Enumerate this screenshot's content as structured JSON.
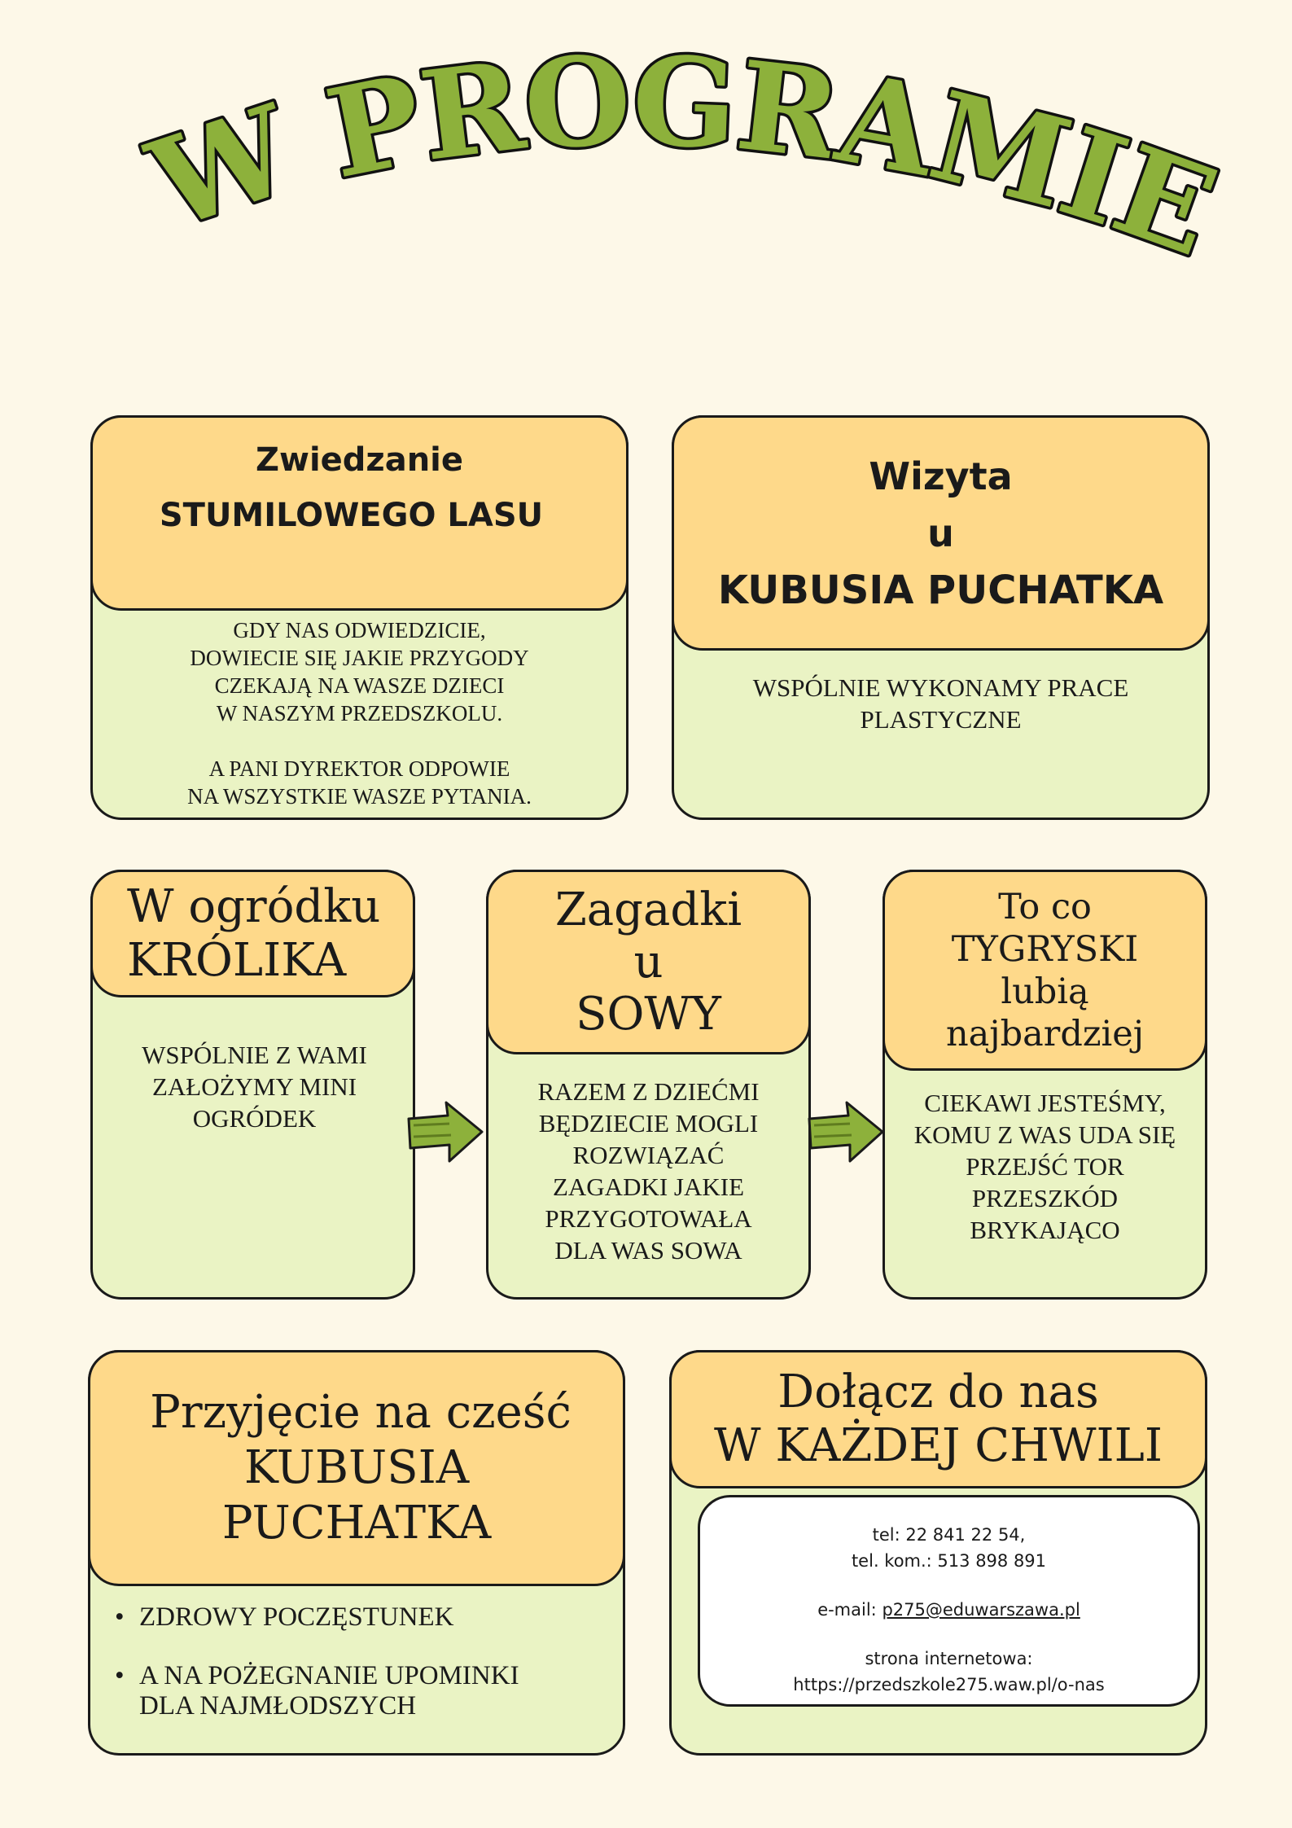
{
  "title": "W PROGRAMIE",
  "colors": {
    "background": "#fdf8e8",
    "card_body": "#eaf3c4",
    "card_head": "#fed98a",
    "title_fill": "#8db13b",
    "title_outline": "#111111",
    "arrow_fill": "#8db13b"
  },
  "cards": {
    "forest": {
      "heading": [
        "Zwiedzanie",
        "STUMILOWEGO LASU"
      ],
      "body": [
        "GDY NAS ODWIEDZICIE,",
        "DOWIECIE  SIĘ JAKIE  PRZYGODY",
        "CZEKAJĄ NA WASZE DZIECI",
        "W NASZYM PRZEDSZKOLU.",
        "",
        "A PANI DYREKTOR ODPOWIE",
        "NA WSZYSTKIE WASZE PYTANIA."
      ]
    },
    "visit": {
      "heading": [
        "Wizyta",
        "u",
        "KUBUSIA  PUCHATKA"
      ],
      "body": [
        "WSPÓLNIE WYKONAMY PRACE",
        "PLASTYCZNE"
      ]
    },
    "garden": {
      "heading": [
        "W ogródku",
        "KRÓLIKA"
      ],
      "body": [
        "WSPÓLNIE Z WAMI",
        "ZAŁOŻYMY  MINI",
        "OGRÓDEK"
      ]
    },
    "owl": {
      "heading": [
        "Zagadki",
        "u",
        "SOWY"
      ],
      "body": [
        "RAZEM Z DZIEĆMI",
        "BĘDZIECIE MOGLI",
        "ROZWIĄZAĆ",
        "ZAGADKI JAKIE",
        "PRZYGOTOWAŁA",
        "DLA WAS SOWA"
      ]
    },
    "tigger": {
      "heading": [
        "To co",
        "TYGRYSKI",
        "lubią",
        "najbardziej"
      ],
      "body": [
        "CIEKAWI JESTEŚMY,",
        "KOMU Z WAS UDA SIĘ",
        "PRZEJŚĆ TOR",
        "PRZESZKÓD",
        "BRYKAJĄCO"
      ]
    },
    "party": {
      "heading": [
        "Przyjęcie na cześć",
        "KUBUSIA",
        "PUCHATKA"
      ],
      "bullets": [
        [
          "ZDROWY POCZĘSTUNEK"
        ],
        [
          "A NA POŻEGNANIE UPOMINKI",
          "DLA NAJMŁODSZYCH"
        ]
      ]
    },
    "join": {
      "heading": [
        "Dołącz do nas",
        "W KAŻDEJ CHWILI"
      ],
      "phone": "tel: 22 841 22 54,",
      "mobile": "tel. kom.: 513 898 891",
      "email_label": "e-mail: ",
      "email": "p275@eduwarszawa.pl",
      "website_label": "strona internetowa:",
      "website": "https://przedszkole275.waw.pl/o-nas"
    }
  }
}
